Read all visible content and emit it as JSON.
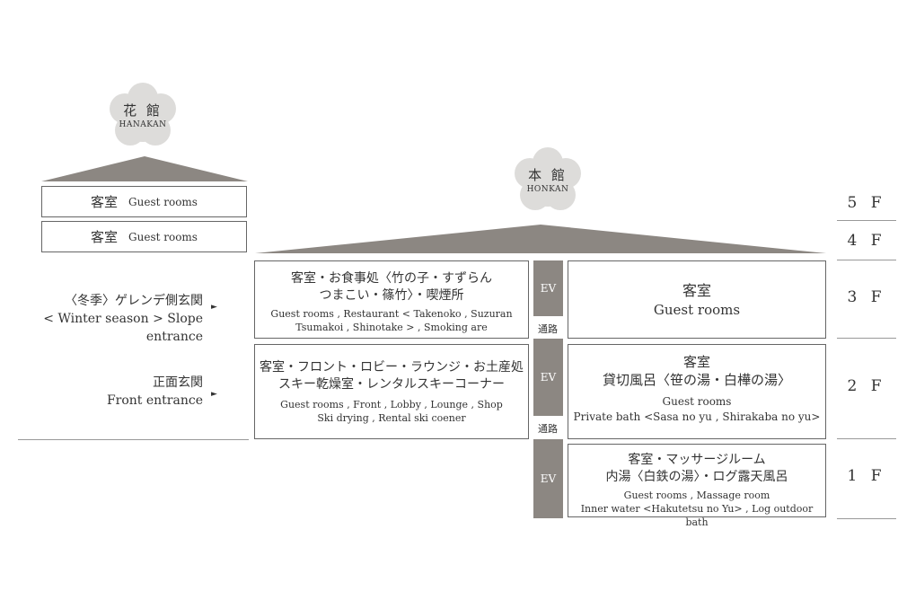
{
  "hanakan": {
    "name_jp": "花 館",
    "name_en": "HANAKAN",
    "rows": [
      {
        "jp": "客室",
        "en": "Guest rooms"
      },
      {
        "jp": "客室",
        "en": "Guest rooms"
      }
    ]
  },
  "honkan": {
    "name_jp": "本 館",
    "name_en": "HONKAN",
    "floor3_left": {
      "jp": [
        "客室・お食事処〈竹の子・すずらん",
        "つまこい・篠竹〉・喫煙所"
      ],
      "en": [
        "Guest rooms , Restaurant < Takenoko , Suzuran",
        "Tsumakoi , Shinotake > , Smoking are"
      ]
    },
    "floor3_right": {
      "jp": "客室",
      "en": "Guest rooms"
    },
    "floor2_left": {
      "jp": [
        "客室・フロント・ロビー・ラウンジ・お土産処",
        "スキー乾燥室・レンタルスキーコーナー"
      ],
      "en": [
        "Guest rooms , Front , Lobby , Lounge , Shop",
        "Ski drying , Rental ski coener"
      ]
    },
    "floor2_right": {
      "jp": [
        "客室",
        "貸切風呂〈笹の湯・白樺の湯〉"
      ],
      "en": [
        "Guest rooms",
        "Private bath <Sasa no yu , Shirakaba no yu>"
      ]
    },
    "floor1_right": {
      "jp": [
        "客室・マッサージルーム",
        "内湯〈白鉄の湯〉・ログ露天風呂"
      ],
      "en": [
        "Guest rooms , Massage room",
        "Inner water <Hakutetsu no Yu> , Log outdoor bath"
      ]
    },
    "ev_label": "EV",
    "passage_label": "通路"
  },
  "entrances": {
    "slope": {
      "jp": "〈冬季〉ゲレンデ側玄関",
      "en": "< Winter season > Slope entrance"
    },
    "front": {
      "jp": "正面玄関",
      "en": "Front entrance"
    },
    "arrow": "►"
  },
  "floors": [
    "5 F",
    "4 F",
    "3 F",
    "2 F",
    "1 F"
  ],
  "colors": {
    "roof": "#8c8782",
    "badge": "#dddcda",
    "ev": "#8c8782",
    "border": "#666666"
  }
}
